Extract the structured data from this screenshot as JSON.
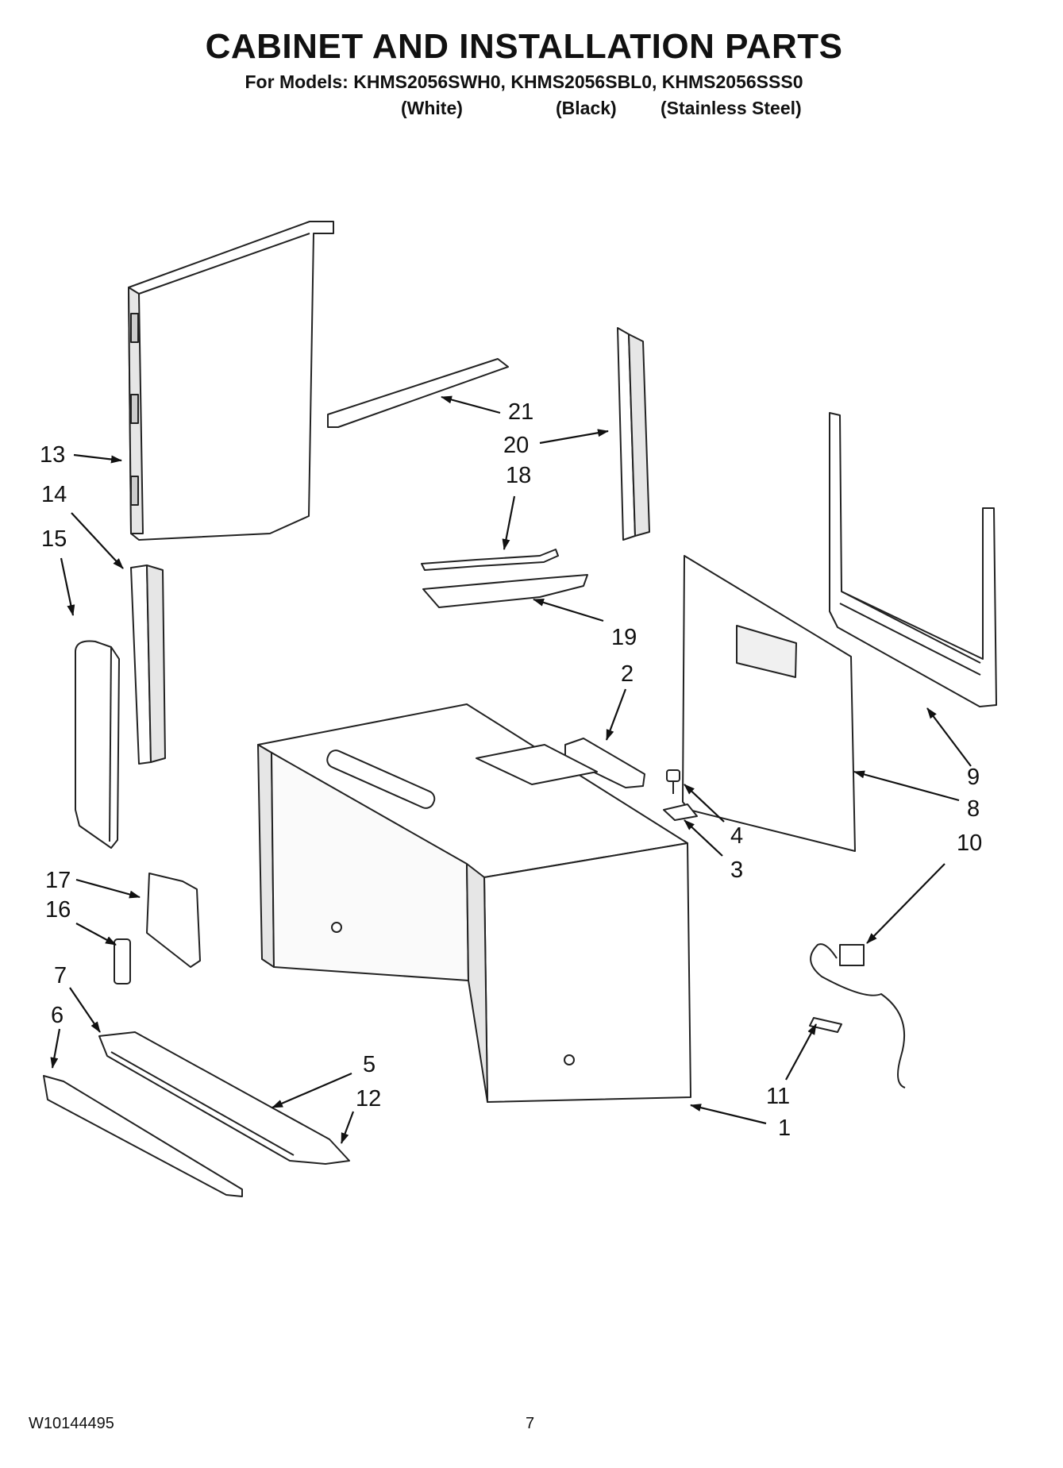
{
  "header": {
    "title": "CABINET AND INSTALLATION PARTS",
    "models": "For Models: KHMS2056SWH0, KHMS2056SBL0, KHMS2056SSS0",
    "variants": [
      "(White)",
      "(Black)",
      "(Stainless Steel)"
    ]
  },
  "callouts": [
    "1",
    "2",
    "3",
    "4",
    "5",
    "6",
    "7",
    "8",
    "9",
    "10",
    "11",
    "12",
    "13",
    "14",
    "15",
    "16",
    "17",
    "18",
    "19",
    "20",
    "21"
  ],
  "footer": {
    "doc_number": "W10144495",
    "page_number": "7"
  }
}
